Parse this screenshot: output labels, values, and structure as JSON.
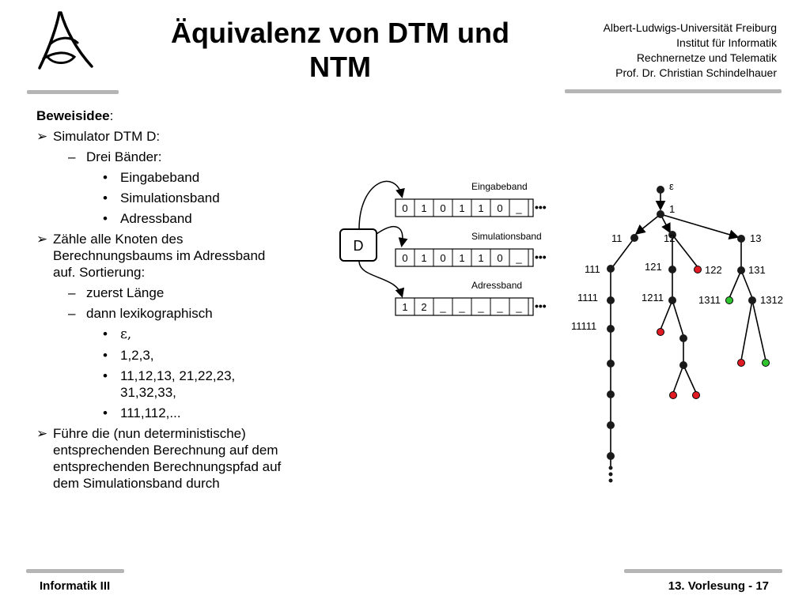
{
  "header": {
    "title_line1": "Äquivalenz von DTM und",
    "title_line2": "NTM",
    "affiliation": [
      "Albert-Ludwigs-Universität Freiburg",
      "Institut für Informatik",
      "Rechnernetze und Telematik",
      "Prof. Dr. Christian Schindelhauer"
    ]
  },
  "content": {
    "heading": "Beweisidee",
    "heading_suffix": ":",
    "bullet_simulator": "Simulator DTM D:",
    "sub_drei": "Drei Bänder:",
    "bands": [
      "Eingabeband",
      "Simulationsband",
      "Adressband"
    ],
    "bullet_zaehle": [
      "Zähle alle Knoten des",
      "Berechnungsbaums im Adressband",
      "auf. Sortierung:"
    ],
    "sub_laenge": "zuerst Länge",
    "sub_lexiko": "dann lexikographisch",
    "order": [
      "ε,",
      "1,2,3,",
      "11,12,13, 21,22,23,",
      "31,32,33,",
      "111,112,..."
    ],
    "bullet_fuehre": [
      "Führe die (nun deterministische)",
      "entsprechenden Berechnung auf dem",
      "entsprechenden Berechnungspfad auf",
      "dem Simulationsband durch"
    ],
    "marker_arrow": "➢",
    "marker_dash": "–",
    "marker_dot": "•"
  },
  "diagram": {
    "machine_label": "D",
    "tapes": [
      {
        "label": "Eingabeband",
        "cells": [
          "0",
          "1",
          "0",
          "1",
          "1",
          "0",
          "_"
        ]
      },
      {
        "label": "Simulationsband",
        "cells": [
          "0",
          "1",
          "0",
          "1",
          "1",
          "0",
          "_"
        ]
      },
      {
        "label": "Adressband",
        "cells": [
          "1",
          "2",
          "_",
          "_",
          "_",
          "_",
          "_"
        ]
      }
    ],
    "ellipsis": "•••"
  },
  "tree": {
    "labels": {
      "root": "ε",
      "n1": "1",
      "n11": "11",
      "n12": "12",
      "n13": "13",
      "n111": "111",
      "n121": "121",
      "n122": "122",
      "n131": "131",
      "n1111": "1111",
      "n1211": "1211",
      "n1311": "1311",
      "n1312": "1312",
      "n11111": "11111"
    },
    "colors": {
      "black": "#1a1a1a",
      "red": "#e01b24",
      "green": "#2ec52e"
    }
  },
  "footer": {
    "left": "Informatik III",
    "right": "13. Vorlesung - 17"
  }
}
